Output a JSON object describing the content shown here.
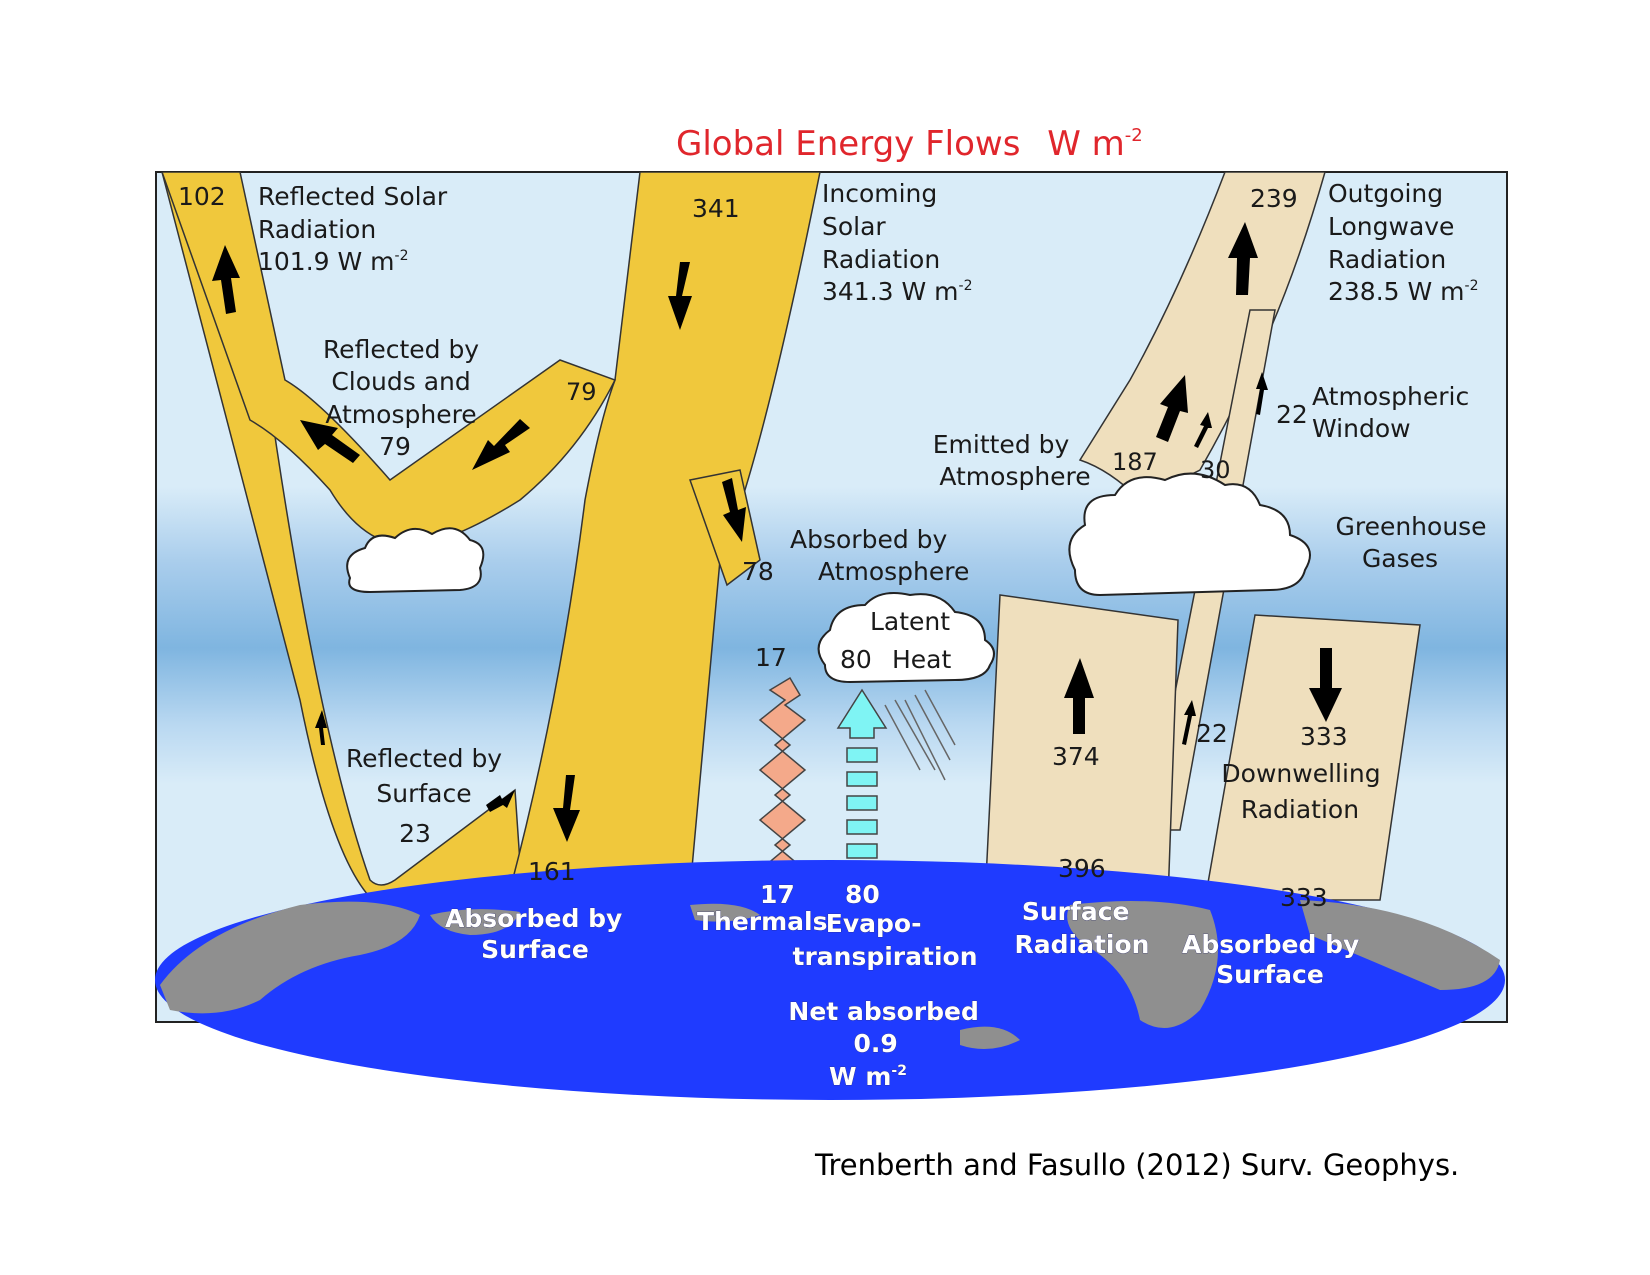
{
  "title": "Global Energy Flows",
  "title_unit": "W m",
  "title_unit_sup": "-2",
  "credit": "Trenberth and Fasullo (2012) Surv. Geophys.",
  "colors": {
    "sky": "#d9ecf8",
    "atmosphere_band": "#8cbde5",
    "solar": "#f0c83c",
    "longwave": "#efdfbd",
    "ocean": "#1f3bff",
    "land": "#8f8f8f",
    "title": "#e0262c",
    "thermal_arrow": "#f4a98a",
    "evap_arrow": "#7ff4f4"
  },
  "labels": {
    "v102": "102",
    "reflected_solar": [
      "Reflected Solar",
      "Radiation",
      "101.9 W m"
    ],
    "reflected_solar_sup": "-2",
    "v341": "341",
    "incoming_solar": [
      "Incoming",
      "Solar",
      "Radiation",
      "341.3 W m"
    ],
    "incoming_solar_sup": "-2",
    "v239": "239",
    "outgoing_lw": [
      "Outgoing",
      "Longwave",
      "Radiation",
      "238.5 W m"
    ],
    "outgoing_lw_sup": "-2",
    "reflected_clouds": [
      "Reflected by",
      "Clouds and",
      "Atmosphere",
      "79"
    ],
    "v79": "79",
    "v22_window": "22",
    "atm_window": [
      "Atmospheric",
      "Window"
    ],
    "emitted_atm": [
      "Emitted by",
      "Atmosphere"
    ],
    "v187": "187",
    "v30": "30",
    "greenhouse": [
      "Greenhouse",
      "Gases"
    ],
    "absorbed_atm": [
      "Absorbed by",
      "Atmosphere"
    ],
    "v78": "78",
    "latent": "Latent",
    "heat": "Heat",
    "v80_latent": "80",
    "v17_top": "17",
    "v374": "374",
    "v22_surface": "22",
    "v333_down": "333",
    "downwelling": [
      "Downwelling",
      "Radiation"
    ],
    "reflected_surface": [
      "Reflected by",
      "Surface",
      "23"
    ],
    "v161": "161",
    "v396": "396",
    "v333_surface": "333",
    "absorbed_surface_left": [
      "Absorbed by",
      "Surface"
    ],
    "v17_bottom": "17",
    "thermals": "Thermals",
    "v80_bottom": "80",
    "evapo": [
      "Evapo-",
      "transpiration"
    ],
    "surface_radiation": [
      "Surface",
      "Radiation"
    ],
    "absorbed_surface_right": [
      "Absorbed by",
      "Surface"
    ],
    "net_absorbed": [
      "Net absorbed",
      "0.9",
      "W m"
    ],
    "net_absorbed_sup": "-2"
  }
}
